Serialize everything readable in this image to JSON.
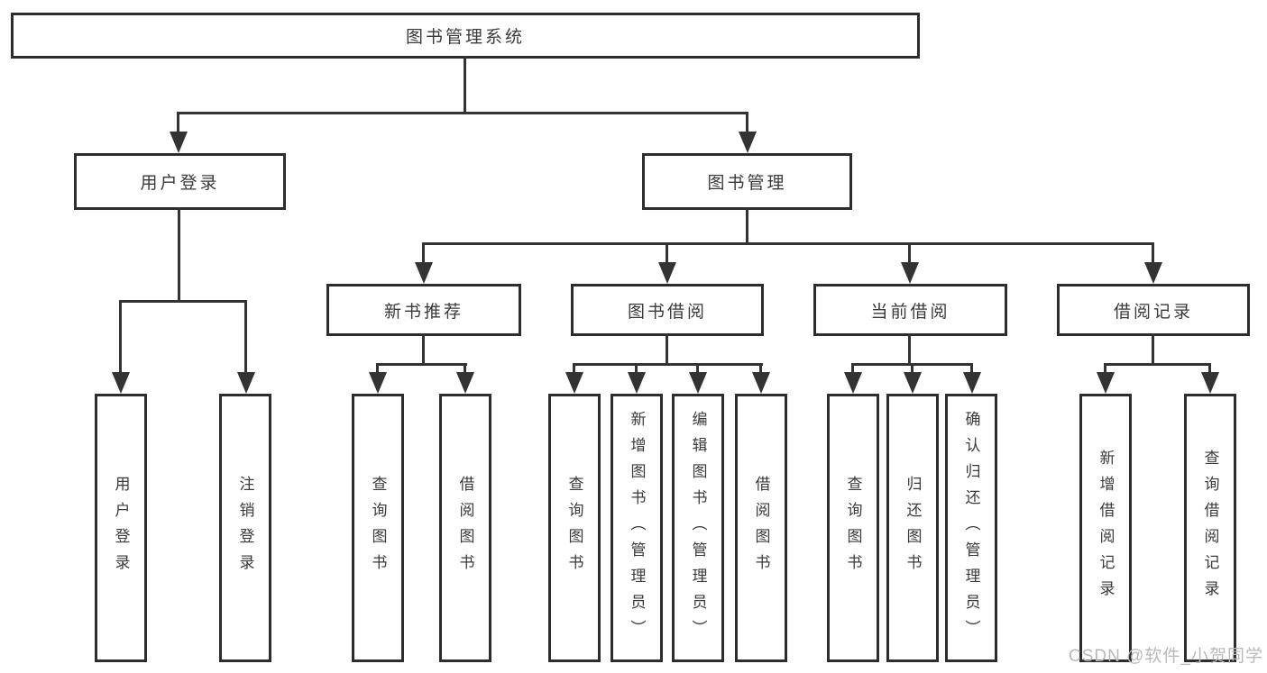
{
  "nodes": {
    "root": "图书管理系统",
    "level2": [
      "用户登录",
      "图书管理"
    ],
    "level3": [
      "新书推荐",
      "图书借阅",
      "当前借阅",
      "借阅记录"
    ],
    "leaves": [
      "用户登录",
      "注销登录",
      "查询图书",
      "借阅图书",
      "查询图书",
      "新增图书（管理员）",
      "编辑图书（管理员）",
      "借阅图书",
      "查询图书",
      "归还图书",
      "确认归还（管理员）",
      "新增借阅记录",
      "查询借阅记录"
    ]
  },
  "watermark": {
    "text": "CSDN @软件_小贺同学"
  },
  "colors": {
    "line": "#333333",
    "box_border": "#2d2d2d",
    "text": "#3a3a3a",
    "background": "#ffffff",
    "watermark": "#b9b9b9"
  }
}
